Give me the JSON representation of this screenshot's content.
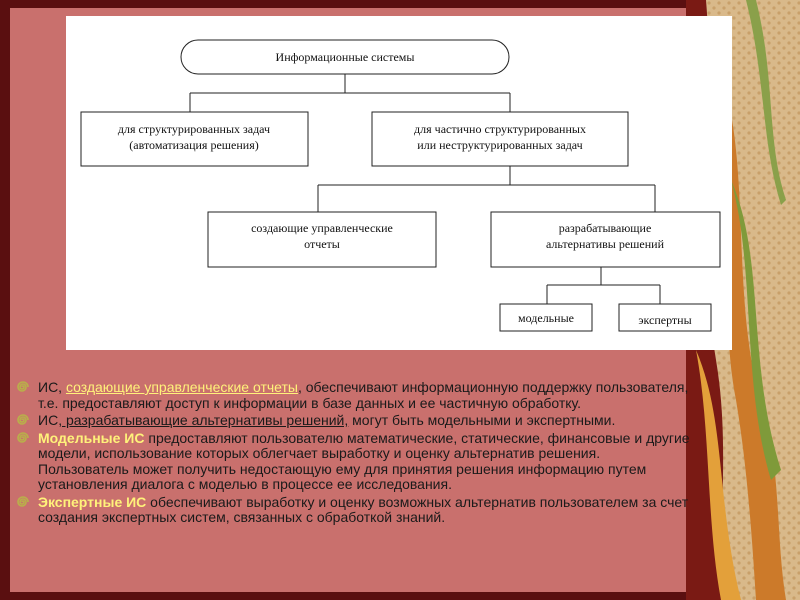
{
  "colors": {
    "slide_bg": "#c9706d",
    "frame": "#5a0f10",
    "accent_text": "#fff27a",
    "bullet_marker": "#b9b04a",
    "text": "#1a1a1a"
  },
  "diagram": {
    "root": "Информационные системы",
    "left_branch": [
      "для структурированных задач",
      "(автоматизация решения)"
    ],
    "right_branch": [
      "для частично структурированных",
      "или неструктурированных задач"
    ],
    "reports": [
      "создающие управленческие",
      "отчеты"
    ],
    "alternatives": [
      "разрабатывающие",
      "альтернативы решений"
    ],
    "model": "модельные",
    "expert": "экспертны"
  },
  "bullets": [
    {
      "marker_icon": "spiral-bullet-icon",
      "prefix": "ИС, ",
      "highlight": "создающие управленческие отчеты",
      "rest": ", обеспечивают информационную поддержку пользователя, т.е. предоставляют доступ к информации в базе данных и ее частичную обработку."
    },
    {
      "marker_icon": "spiral-bullet-icon",
      "prefix": "ИС",
      "highlight": ", разрабатывающие альтернативы решений,",
      "rest": " могут быть модельными и экспертными."
    },
    {
      "marker_icon": "spiral-bullet-icon",
      "prefix": "",
      "highlight": "Модельные ИС",
      "rest": " предоставляют пользователю математические, статические, финансовые и другие модели, использование которых облегчает выработку и оценку альтернатив решения. Пользователь может получить недостающую ему для принятия решения информацию путем установления диалога с моделью в процессе ее исследования."
    },
    {
      "marker_icon": "spiral-bullet-icon",
      "prefix": "",
      "highlight": "Экспертные ИС",
      "rest": " обеспечивают выработку и оценку возможных альтернатив пользователем за счет создания экспертных систем, связанных с обработкой знаний."
    }
  ]
}
